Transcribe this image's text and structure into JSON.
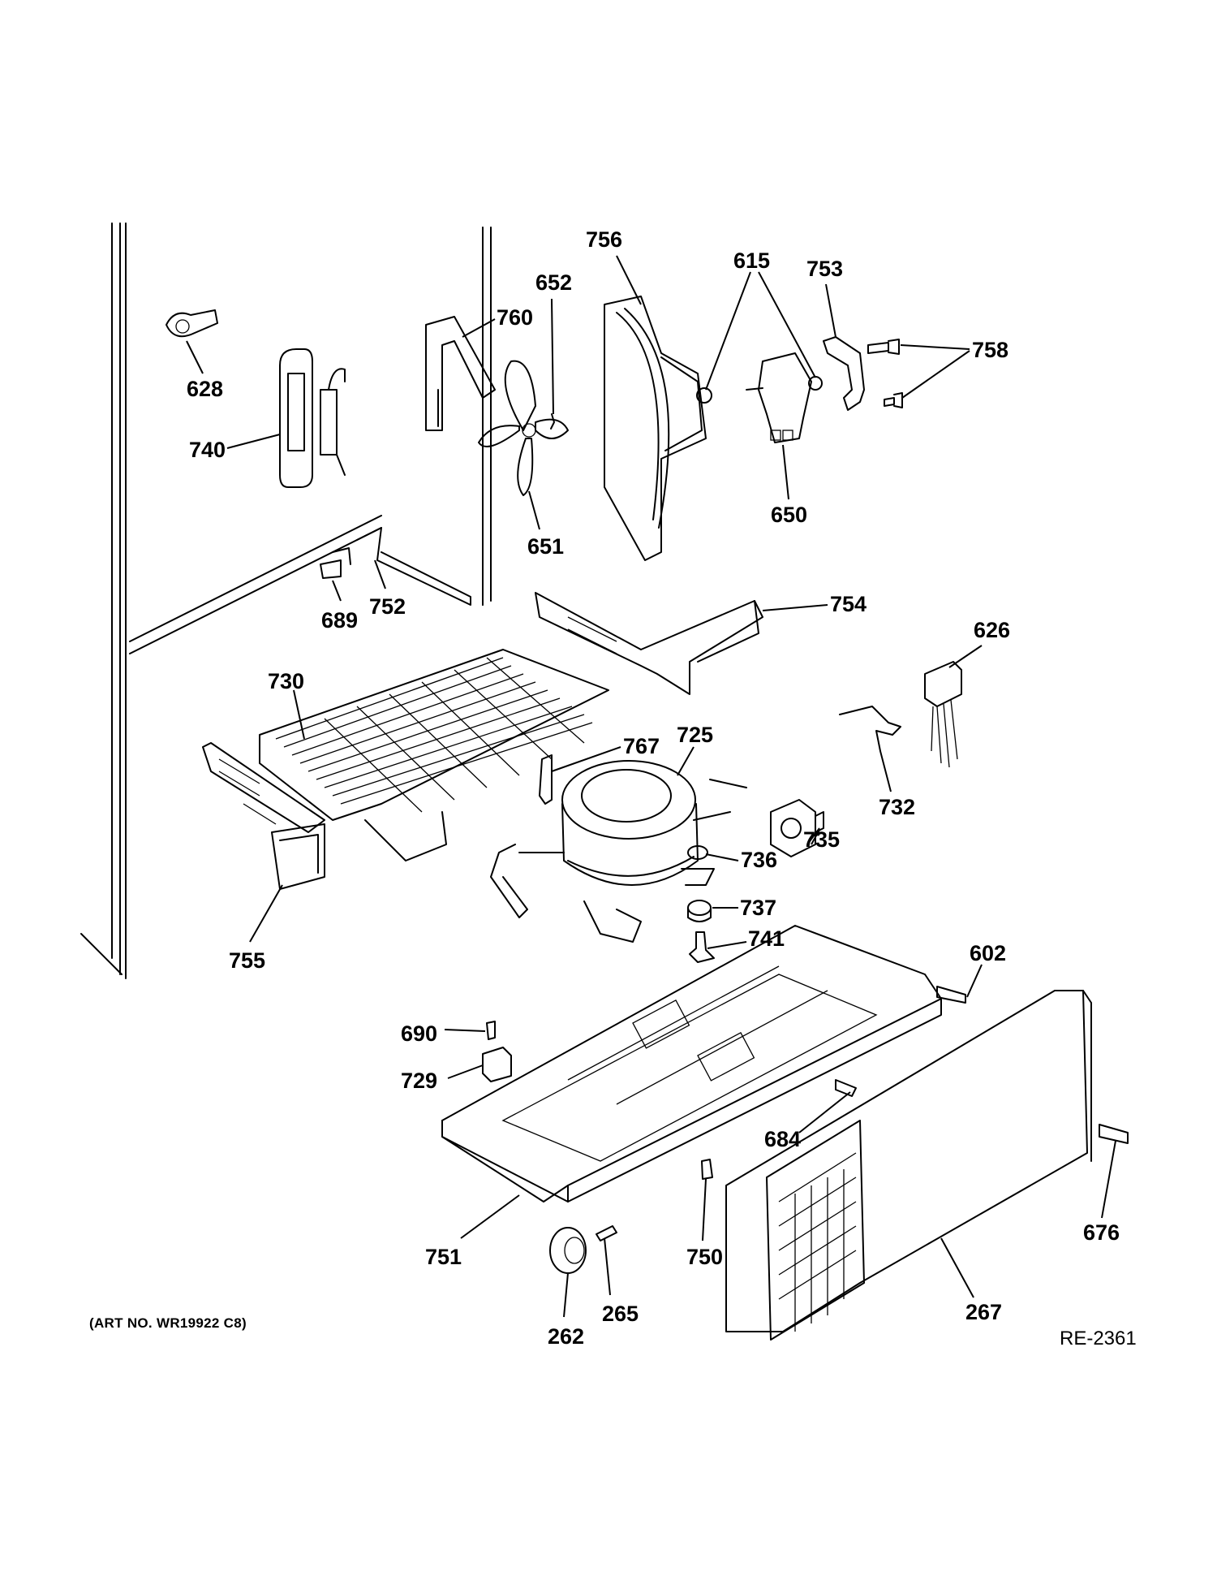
{
  "diagram": {
    "art_note": "(ART NO. WR19922 C8)",
    "reference_code": "RE-2361",
    "callouts": [
      {
        "id": "756",
        "label": "756"
      },
      {
        "id": "615",
        "label": "615"
      },
      {
        "id": "753",
        "label": "753"
      },
      {
        "id": "652",
        "label": "652"
      },
      {
        "id": "760",
        "label": "760"
      },
      {
        "id": "758",
        "label": "758"
      },
      {
        "id": "628",
        "label": "628"
      },
      {
        "id": "740",
        "label": "740"
      },
      {
        "id": "650",
        "label": "650"
      },
      {
        "id": "651",
        "label": "651"
      },
      {
        "id": "752",
        "label": "752"
      },
      {
        "id": "689",
        "label": "689"
      },
      {
        "id": "754",
        "label": "754"
      },
      {
        "id": "626",
        "label": "626"
      },
      {
        "id": "730",
        "label": "730"
      },
      {
        "id": "767",
        "label": "767"
      },
      {
        "id": "725",
        "label": "725"
      },
      {
        "id": "732",
        "label": "732"
      },
      {
        "id": "735",
        "label": "735"
      },
      {
        "id": "736",
        "label": "736"
      },
      {
        "id": "737",
        "label": "737"
      },
      {
        "id": "741",
        "label": "741"
      },
      {
        "id": "755",
        "label": "755"
      },
      {
        "id": "602",
        "label": "602"
      },
      {
        "id": "690",
        "label": "690"
      },
      {
        "id": "729",
        "label": "729"
      },
      {
        "id": "684",
        "label": "684"
      },
      {
        "id": "676",
        "label": "676"
      },
      {
        "id": "751",
        "label": "751"
      },
      {
        "id": "750",
        "label": "750"
      },
      {
        "id": "265",
        "label": "265"
      },
      {
        "id": "262",
        "label": "262"
      },
      {
        "id": "267",
        "label": "267"
      }
    ]
  }
}
